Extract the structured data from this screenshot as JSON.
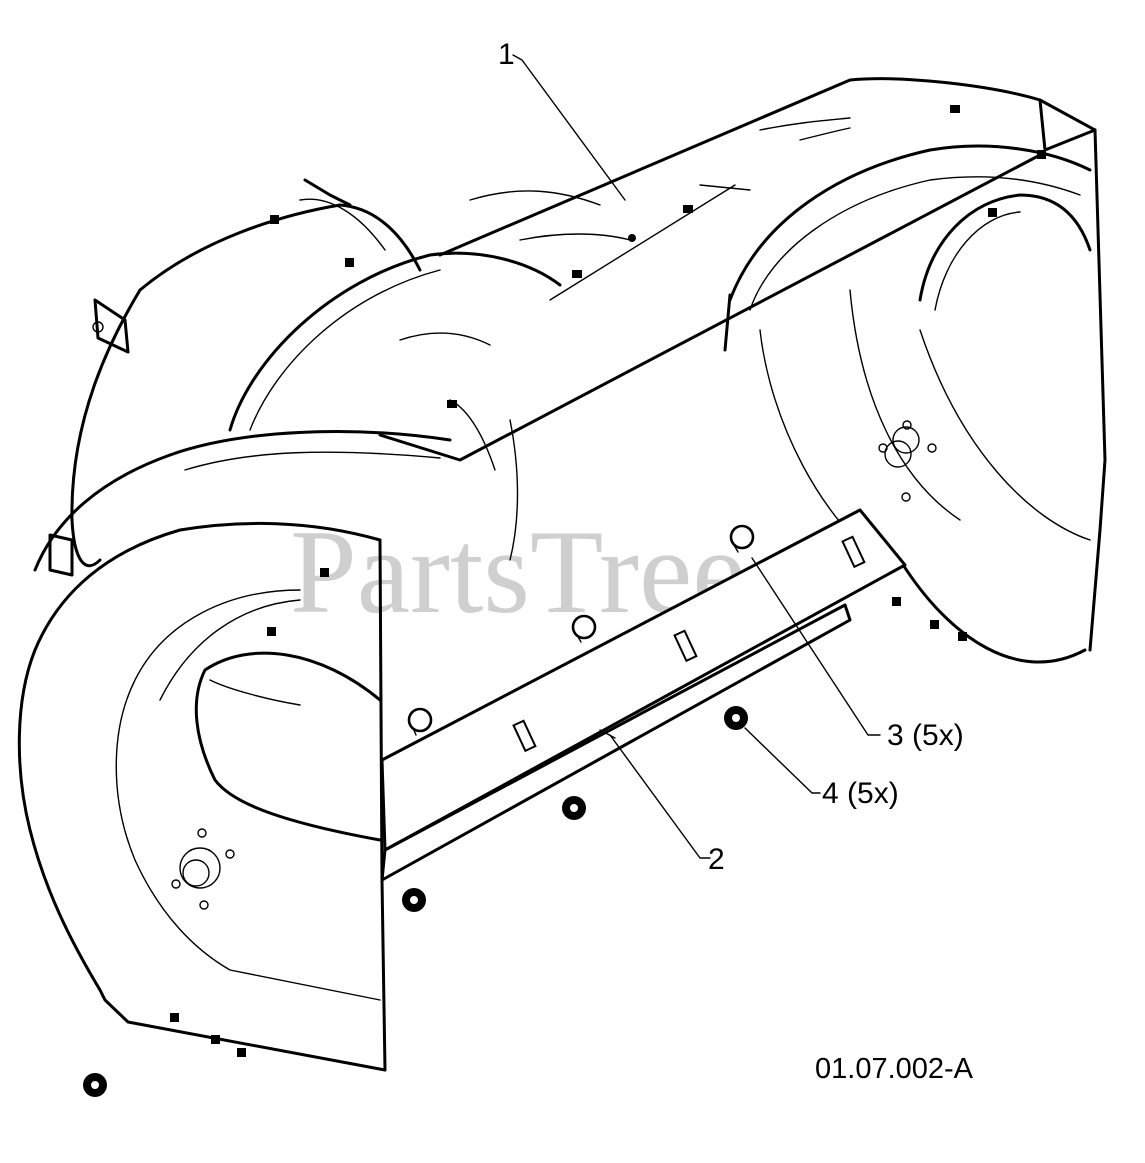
{
  "callouts": [
    {
      "id": "1",
      "label": "1"
    },
    {
      "id": "2",
      "label": "2"
    },
    {
      "id": "3",
      "label": "3 (5x)"
    },
    {
      "id": "4",
      "label": "4 (5x)"
    }
  ],
  "drawing_code": "01.07.002-A",
  "watermark": "PartsTree",
  "colors": {
    "line": "#000000",
    "background": "#ffffff",
    "watermark": "#cfcfcf"
  }
}
